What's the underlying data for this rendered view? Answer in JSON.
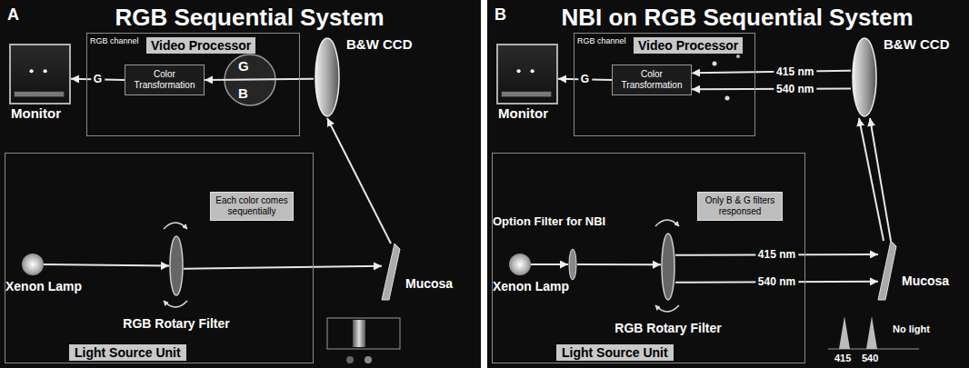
{
  "diagram": {
    "nodes": [
      {
        "text": [
          "A",
          "RGB Sequential System"
        ]
      },
      {
        "text": [
          "Video Processor"
        ],
        "in": 0
      },
      {
        "text": [
          "Color Transformation"
        ],
        "in": 1
      },
      {
        "text": [
          "Monitor"
        ],
        "in": 0
      },
      {
        "text": [
          "B&W CCD"
        ],
        "in": 0
      },
      {
        "text": [
          "Light Source Unit"
        ],
        "in": 0
      },
      {
        "text": [
          "Xenon Lamp"
        ],
        "in": 5
      },
      {
        "text": [
          "RGB Rotary Filter"
        ],
        "in": 5
      },
      {
        "text": [
          "Each color comes sequentially"
        ],
        "in": 5
      },
      {
        "text": [
          "Mucosa"
        ],
        "in": 0
      },
      {
        "text": [
          "B",
          "NBI on RGB Sequential System"
        ]
      },
      {
        "text": [
          "Video Processor"
        ],
        "in": 10
      },
      {
        "text": [
          "Color Transformation"
        ],
        "in": 11
      },
      {
        "text": [
          "Monitor"
        ],
        "in": 10
      },
      {
        "text": [
          "B&W CCD"
        ],
        "in": 10
      },
      {
        "text": [
          "Light Source Unit"
        ],
        "in": 10
      },
      {
        "text": [
          "Xenon Lamp"
        ],
        "in": 15
      },
      {
        "text": [
          "Option Filter for NBI"
        ],
        "in": 15
      },
      {
        "text": [
          "RGB Rotary Filter"
        ],
        "in": 15
      },
      {
        "text": [
          "Only B & G filters responsed"
        ],
        "in": 15
      },
      {
        "text": [
          "Mucosa"
        ],
        "in": 10
      }
    ],
    "edges": [
      {
        "from": 6,
        "to": 7,
        "arrow": "to"
      },
      {
        "from": 7,
        "to": 9,
        "arrow": "to"
      },
      {
        "from": 9,
        "to": 4,
        "arrow": "to"
      },
      {
        "from": 4,
        "to": 2,
        "arrow": "to"
      },
      {
        "from": 2,
        "to": 3,
        "label": "G",
        "arrow": "to"
      },
      {
        "from": 16,
        "to": 17,
        "arrow": "to"
      },
      {
        "from": 17,
        "to": 18,
        "arrow": "to"
      },
      {
        "from": 18,
        "to": 20,
        "label": "415 nm",
        "arrow": "to"
      },
      {
        "from": 18,
        "to": 20,
        "label": "540 nm",
        "arrow": "to"
      },
      {
        "from": 20,
        "to": 14,
        "arrow": "to"
      },
      {
        "from": 20,
        "to": 14,
        "arrow": "to"
      },
      {
        "from": 14,
        "to": 12,
        "label": "415 nm",
        "arrow": "to"
      },
      {
        "from": 14,
        "to": 12,
        "label": "540 nm",
        "arrow": "to"
      },
      {
        "from": 12,
        "to": 13,
        "label": "G",
        "arrow": "to"
      }
    ],
    "labels": [
      "RGB channel",
      "G",
      "B",
      "RGB channel",
      "No light",
      "415",
      "540"
    ]
  }
}
